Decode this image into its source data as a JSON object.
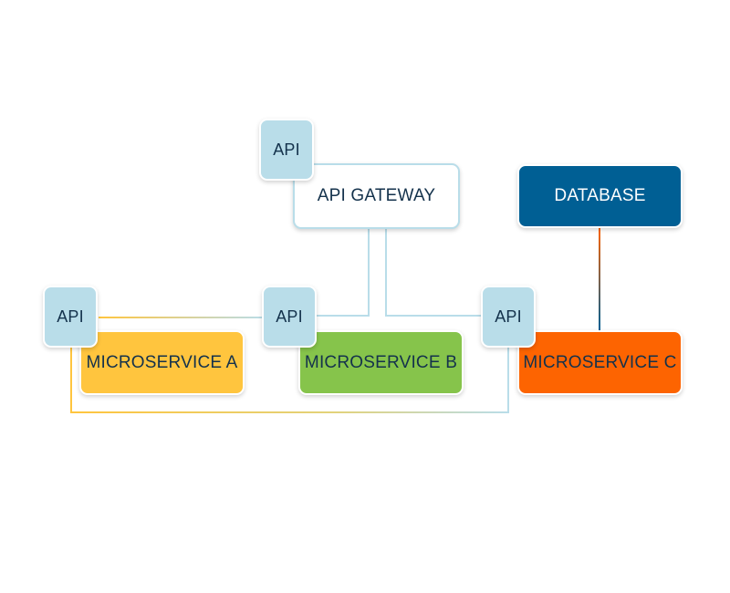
{
  "diagram": {
    "gateway": {
      "api_label": "API",
      "label": "API GATEWAY"
    },
    "database": {
      "label": "DATABASE"
    },
    "services": [
      {
        "api_label": "API",
        "label": "MICROSERVICE A",
        "color": "#ffc53e"
      },
      {
        "api_label": "API",
        "label": "MICROSERVICE B",
        "color": "#86c44b"
      },
      {
        "api_label": "API",
        "label": "MICROSERVICE C",
        "color": "#fd6401"
      }
    ],
    "colors": {
      "api": "#b9dde9",
      "database": "#005f94",
      "link_gateway": "#b9dde9",
      "link_shared": "#ffc53e",
      "link_database": "#fd6401"
    }
  }
}
